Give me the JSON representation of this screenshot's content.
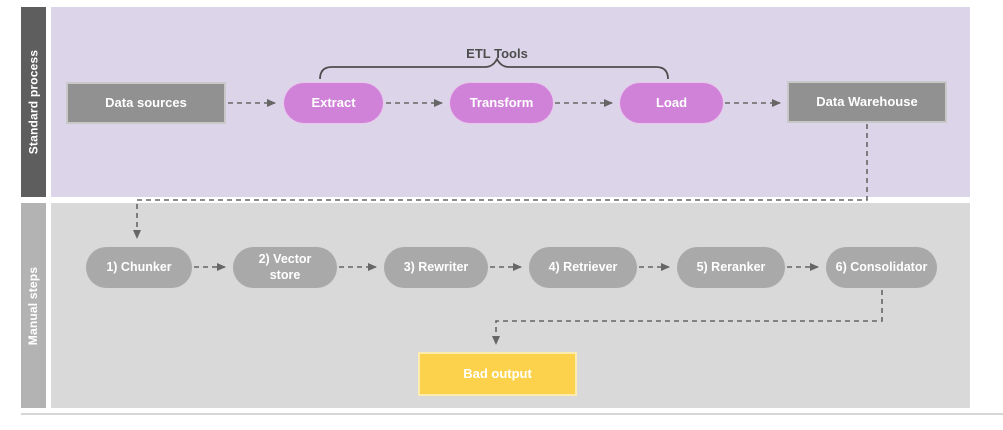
{
  "colors": {
    "lane_standard_bg": "#dcd5e9",
    "lane_standard_bar": "#5e5e5e",
    "lane_manual_bg": "#d9d9d9",
    "lane_manual_bar": "#b3b3b3",
    "box_gray": "#919191",
    "stadium_pink": "#d082d8",
    "stadium_gray": "#a9a9a9",
    "box_yellow": "#fcd24d",
    "connector": "#666666",
    "label_dark": "#4d4d4d",
    "node_text": "#ffffff"
  },
  "lanes": [
    {
      "label": "Standard process"
    },
    {
      "label": "Manual steps"
    }
  ],
  "annotation": {
    "etl_tools_label": "ETL Tools"
  },
  "standard_nodes": {
    "data_sources": "Data sources",
    "extract": "Extract",
    "transform": "Transform",
    "load": "Load",
    "data_warehouse": "Data Warehouse"
  },
  "manual_nodes": {
    "chunker": "1) Chunker",
    "vector_store": "2) Vector store",
    "rewriter": "3) Rewriter",
    "retriever": "4) Retriever",
    "reranker": "5) Reranker",
    "consolidator": "6) Consolidator"
  },
  "output_node": {
    "label": "Bad output"
  }
}
